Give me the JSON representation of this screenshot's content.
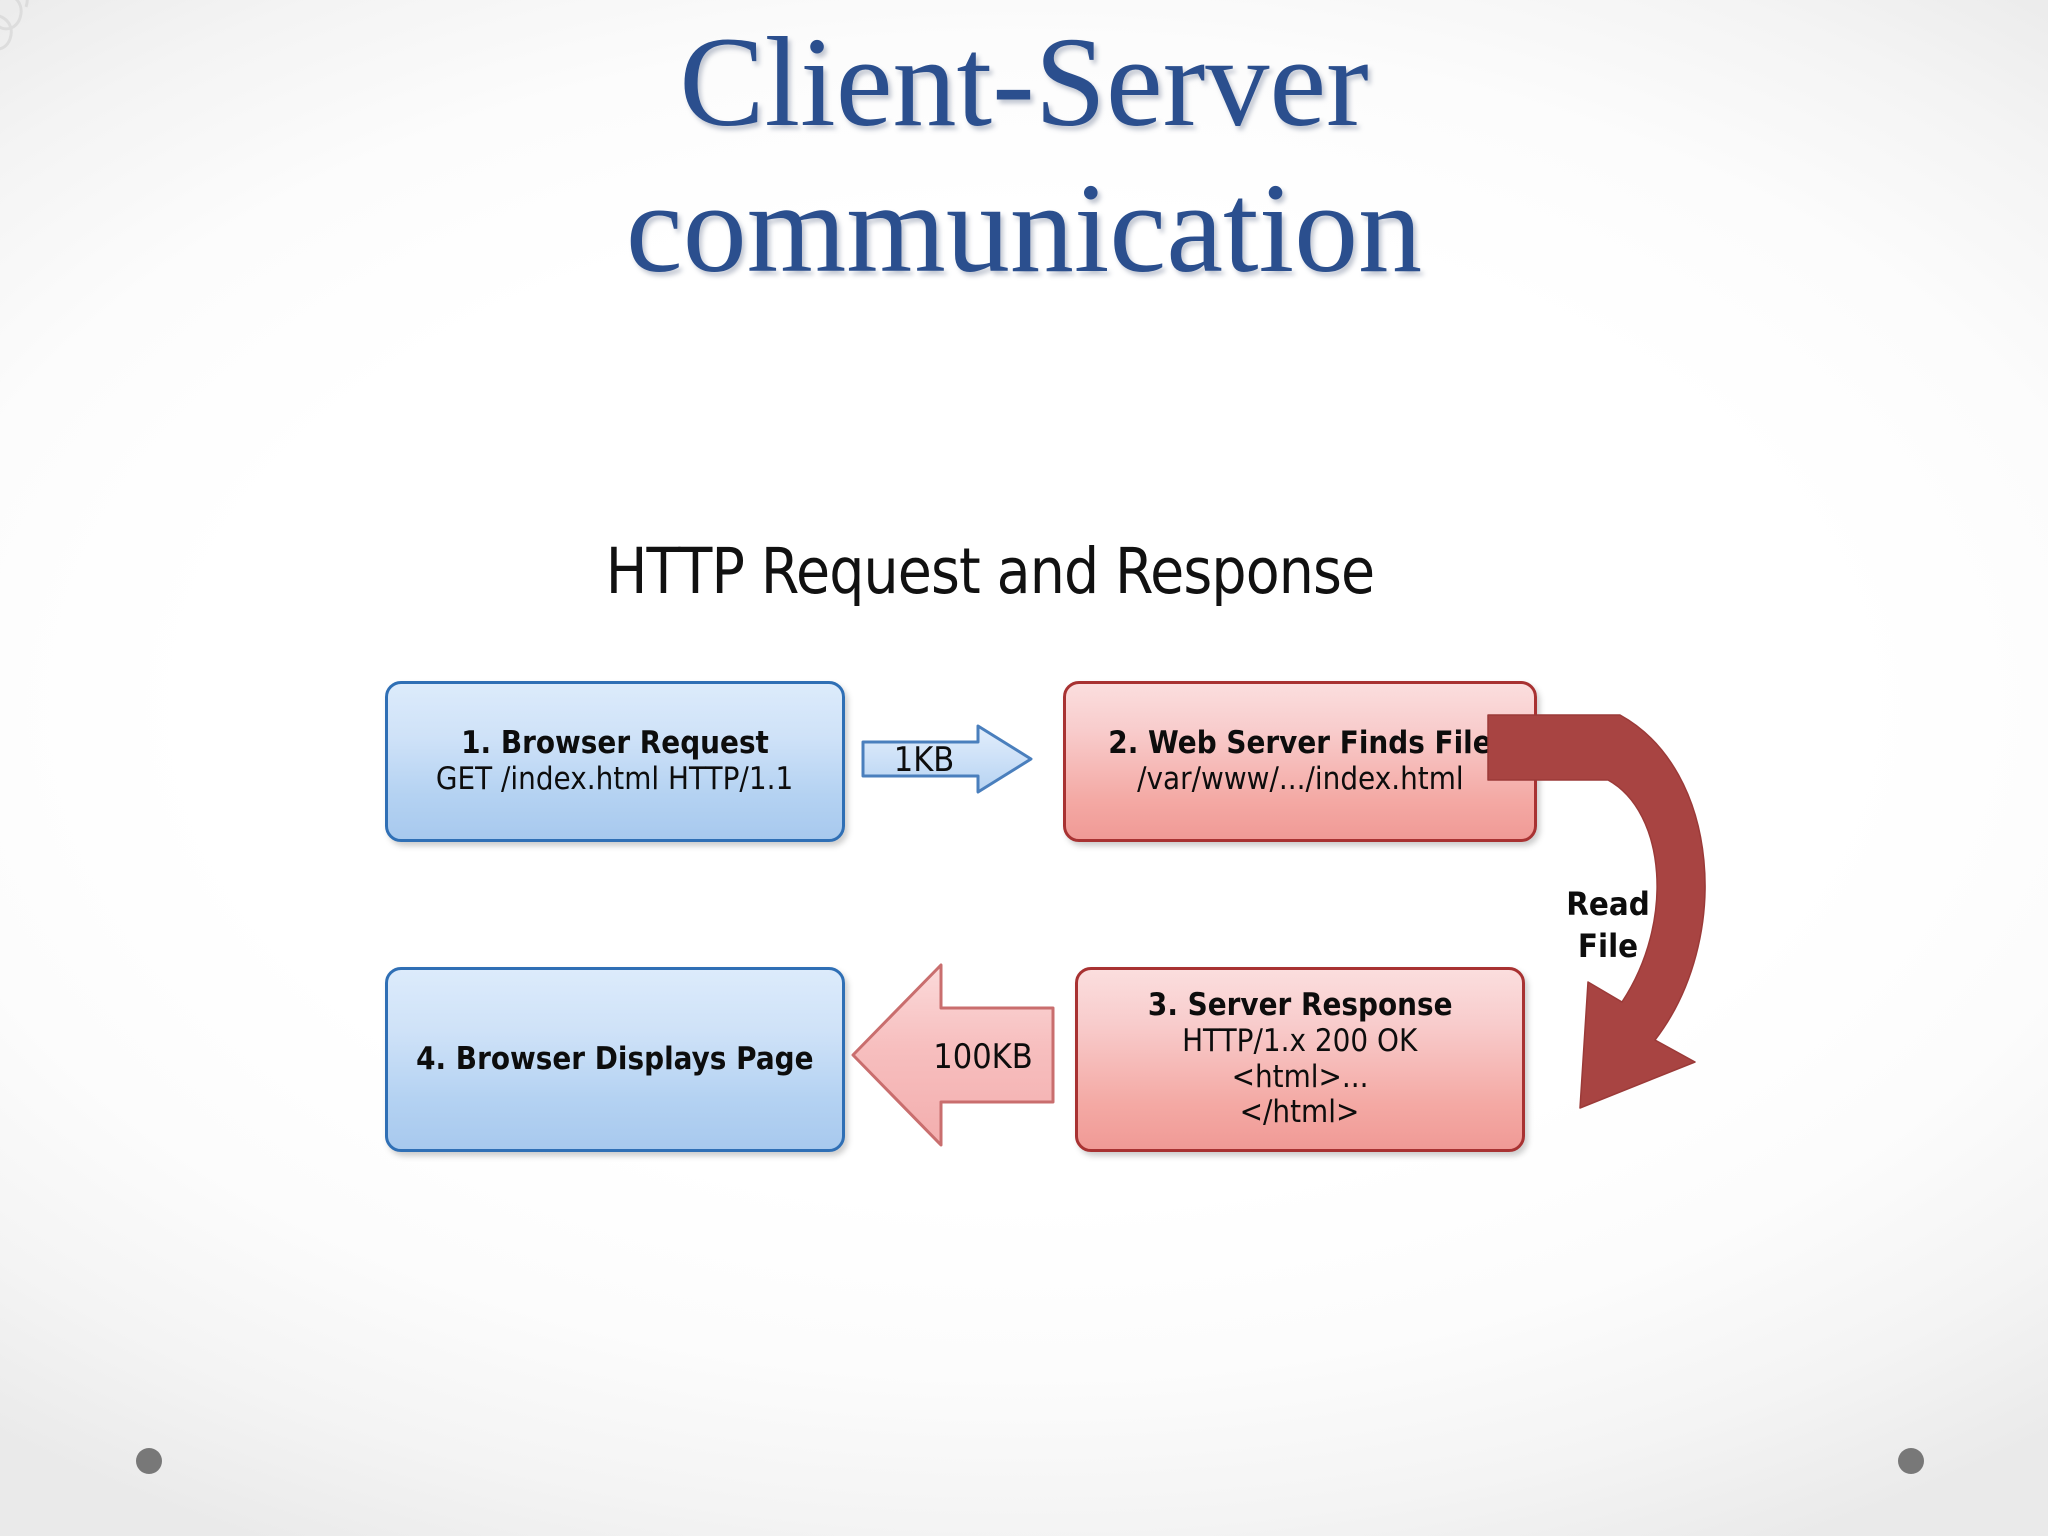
{
  "slide": {
    "title": "Client-Server\ncommunication",
    "title_color": "#2b4f8e",
    "background_color": "#ffffff"
  },
  "diagram": {
    "heading": "HTTP Request and Response",
    "type": "flow-diagram",
    "boxes": [
      {
        "id": "box-1",
        "step": 1,
        "role": "client",
        "color": "#b4d2f2",
        "border_color": "#2f6fb5",
        "title": "1. Browser Request",
        "detail": "GET /index.html HTTP/1.1"
      },
      {
        "id": "box-2",
        "step": 2,
        "role": "server",
        "color": "#f4a9a4",
        "border_color": "#a83232",
        "title": "2. Web Server Finds File",
        "detail": "/var/www/.../index.html"
      },
      {
        "id": "box-3",
        "step": 3,
        "role": "server",
        "color": "#f4a9a4",
        "border_color": "#a83232",
        "title": "3. Server Response",
        "detail_1": "HTTP/1.x 200 OK",
        "detail_2": "<html>...",
        "detail_3": "</html>"
      },
      {
        "id": "box-4",
        "step": 4,
        "role": "client",
        "color": "#b4d2f2",
        "border_color": "#2f6fb5",
        "title": "4. Browser Displays Page"
      }
    ],
    "arrows": [
      {
        "id": "arrow-1kb",
        "label": "1KB",
        "direction": "right",
        "from": "box-1",
        "to": "box-2",
        "fill": "#cfe2f8",
        "stroke": "#4a7fbd"
      },
      {
        "id": "arrow-100kb",
        "label": "100KB",
        "direction": "left",
        "from": "box-3",
        "to": "box-4",
        "fill": "#f7bfbf",
        "stroke": "#c96e6e"
      },
      {
        "id": "read-arrow",
        "label": "Read\nFile",
        "direction": "curved-down",
        "from": "box-2",
        "to": "box-3",
        "fill": "#a84442"
      }
    ]
  },
  "footer": {
    "dot_color": "#787878",
    "dot_left": "decorative-dot",
    "dot_right": "decorative-dot"
  }
}
